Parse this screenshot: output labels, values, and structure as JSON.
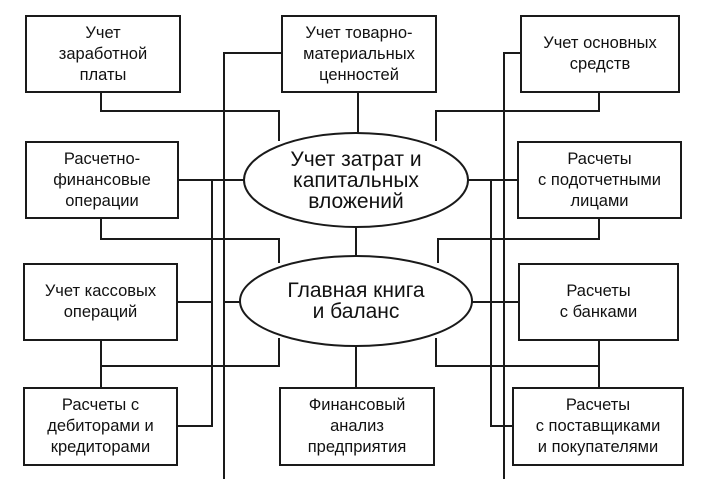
{
  "diagram": {
    "center_nodes": [
      {
        "id": "costs",
        "label": "Учет затрат и\nкапитальных\nвложений"
      },
      {
        "id": "ledger",
        "label": "Главная книга\nи баланс"
      }
    ],
    "nodes": [
      {
        "id": "payroll",
        "label": "Учет\nзаработной\nплаты"
      },
      {
        "id": "inventory",
        "label": "Учет товарно-\nматериальных\nценностей"
      },
      {
        "id": "fixed_assets",
        "label": "Учет основных\nсредств"
      },
      {
        "id": "settlement_finance",
        "label": "Расчетно-\nфинансовые\nоперации"
      },
      {
        "id": "accountable_persons",
        "label": "Расчеты\nс подотчетными\nлицами"
      },
      {
        "id": "cash",
        "label": "Учет кассовых\nопераций"
      },
      {
        "id": "banks",
        "label": "Расчеты\nс банками"
      },
      {
        "id": "debtors_creditors",
        "label": "Расчеты с\nдебиторами и\nкредиторами"
      },
      {
        "id": "financial_analysis",
        "label": "Финансовый\nанализ\nпредприятия"
      },
      {
        "id": "suppliers_buyers",
        "label": "Расчеты\nс поставщиками\nи покупателями"
      }
    ],
    "colors": {
      "line": "#1a1a1a",
      "background": "#ffffff"
    }
  }
}
